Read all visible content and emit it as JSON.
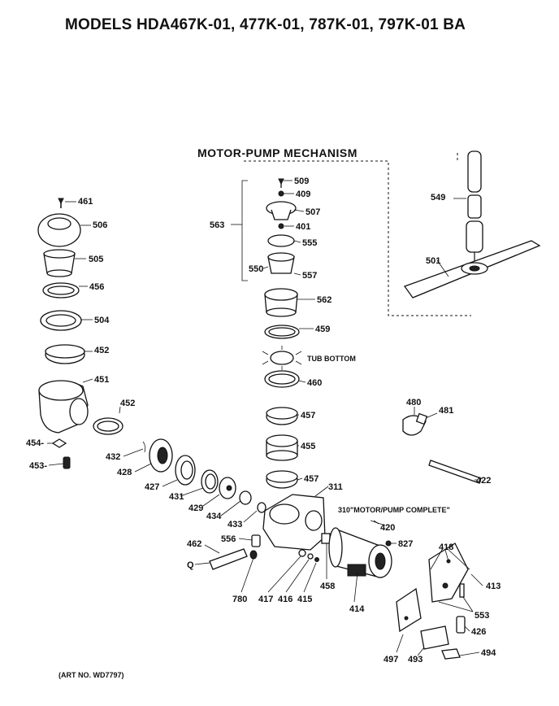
{
  "title": "MODELS HDA467K-01, 477K-01, 787K-01, 797K-01 BA",
  "section_title": "MOTOR-PUMP MECHANISM",
  "art_number": "(ART NO. WD7797)",
  "annotations": {
    "tub_bottom": "TUB BOTTOM",
    "motor_pump_complete": "310\"MOTOR/PUMP COMPLETE\""
  },
  "part_labels": [
    "461",
    "506",
    "505",
    "456",
    "504",
    "452",
    "451",
    "452",
    "454-",
    "453-",
    "432",
    "428",
    "427",
    "431",
    "429",
    "434",
    "433",
    "462",
    "556",
    "780",
    "417",
    "416",
    "415",
    "458",
    "414",
    "509",
    "409",
    "507",
    "401",
    "555",
    "563",
    "550",
    "557",
    "562",
    "459",
    "460",
    "457",
    "455",
    "457",
    "311",
    "420",
    "827",
    "549",
    "501",
    "480",
    "481",
    "422",
    "418",
    "413",
    "553",
    "426",
    "497",
    "493",
    "494",
    "Q"
  ]
}
